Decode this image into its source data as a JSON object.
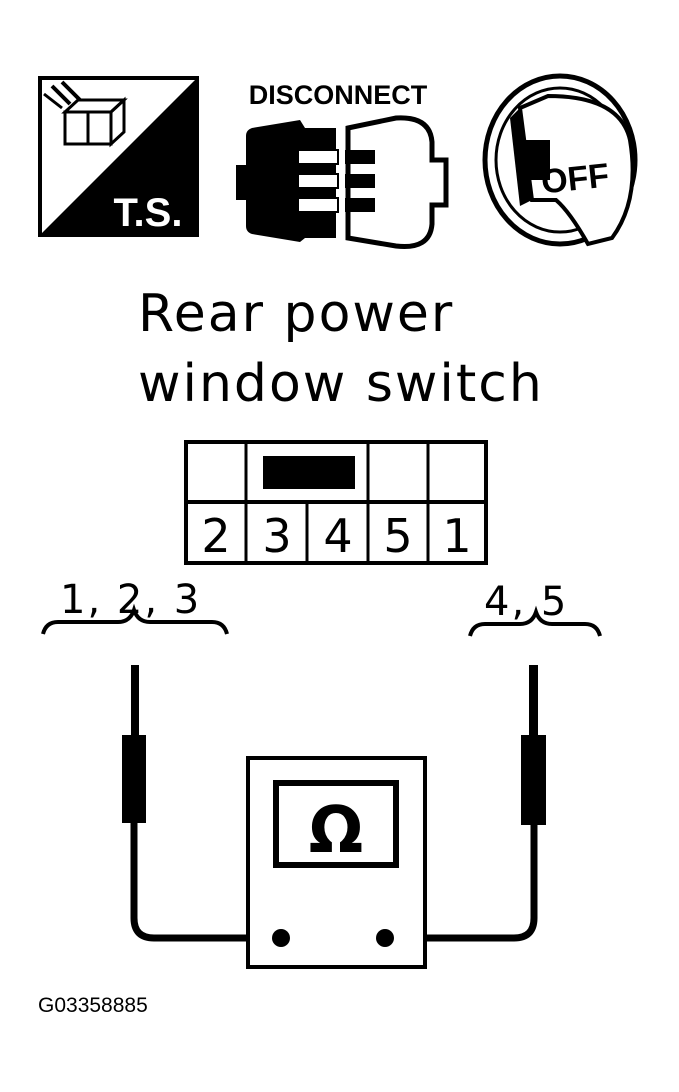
{
  "icons": {
    "test_symbol": {
      "name": "ts-icon",
      "label": "T.S."
    },
    "disconnect": {
      "name": "disconnect-connector-icon",
      "label": "DISCONNECT"
    },
    "ignition": {
      "name": "ignition-key-off-icon",
      "label": "OFF"
    }
  },
  "component": {
    "title_line1": "Rear power",
    "title_line2": "window switch"
  },
  "connector": {
    "terminals": [
      "2",
      "3",
      "4",
      "5",
      "1"
    ]
  },
  "probes": {
    "left_label": "1, 2, 3",
    "right_label": "4, 5"
  },
  "meter": {
    "symbol": "Ω",
    "icon": "ohmmeter-icon"
  },
  "figure_code": "G03358885"
}
